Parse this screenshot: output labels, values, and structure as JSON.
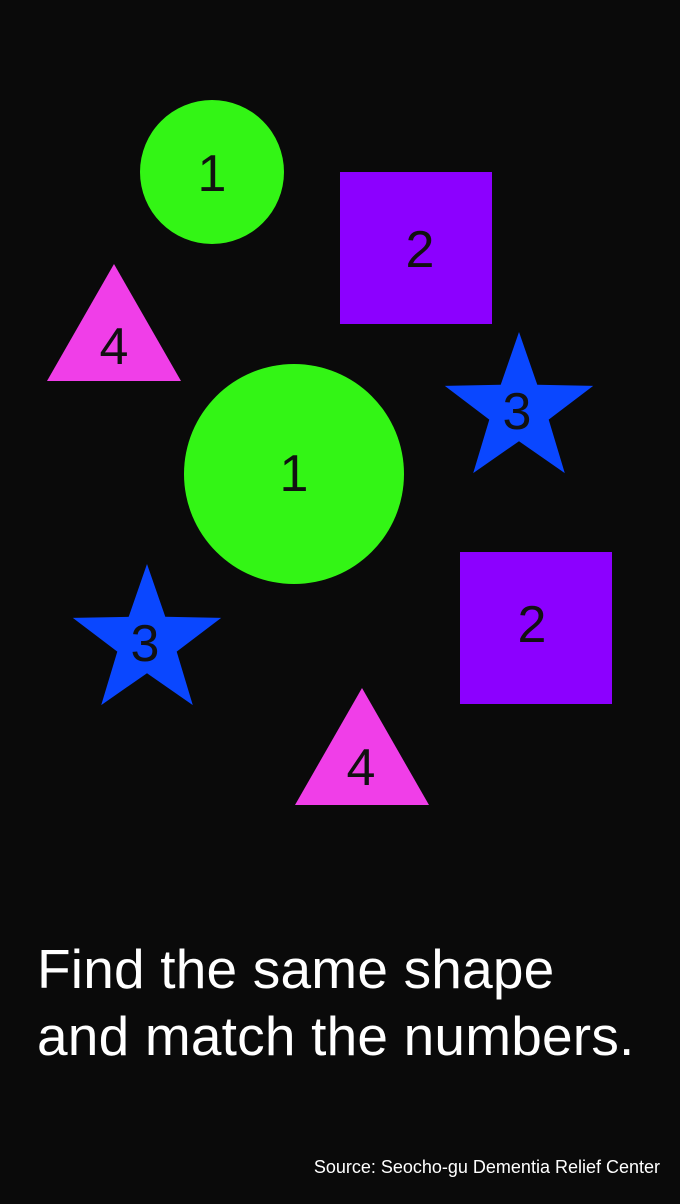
{
  "colors": {
    "background": "#0a0a0a",
    "circle": "#33f515",
    "square": "#8c00ff",
    "star": "#0a47ff",
    "triangle": "#f03ee8",
    "number": "#111111",
    "text": "#ffffff"
  },
  "shapes": [
    {
      "kind": "circle",
      "number": "1"
    },
    {
      "kind": "square",
      "number": "2"
    },
    {
      "kind": "triangle",
      "number": "4"
    },
    {
      "kind": "star",
      "number": "3"
    },
    {
      "kind": "circle",
      "number": "1"
    },
    {
      "kind": "star",
      "number": "3"
    },
    {
      "kind": "square",
      "number": "2"
    },
    {
      "kind": "triangle",
      "number": "4"
    }
  ],
  "instruction": {
    "line1": "Find the same shape",
    "line2": "and match the numbers."
  },
  "source": "Source: Seocho-gu Dementia Relief Center"
}
